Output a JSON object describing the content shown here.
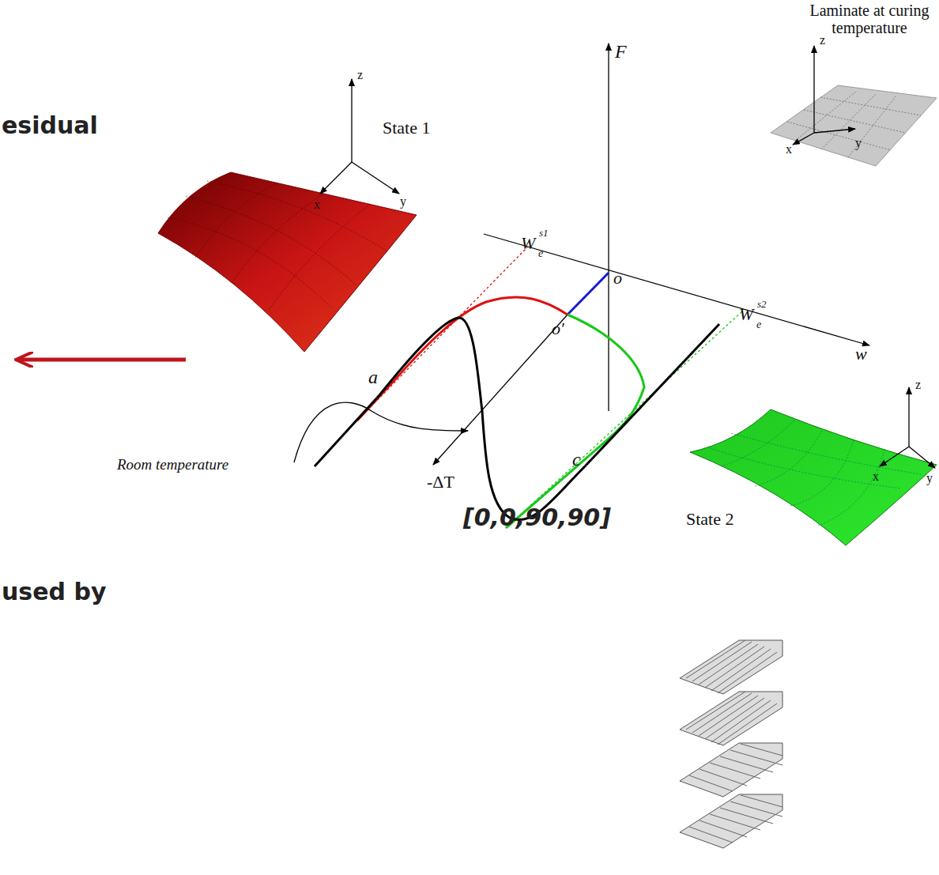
{
  "diagram": {
    "labels": [
      "esidual",
      "used by",
      "Laminate at curing temperature",
      "z",
      "x",
      "y",
      "State 1",
      "z",
      "x",
      "y",
      "F",
      "W",
      "e",
      "s1",
      "o",
      "o′",
      "w",
      "W",
      "e",
      "s2",
      "a",
      "Room temperature",
      "-ΔT",
      "c",
      "State 2",
      "z",
      "x",
      "y",
      "[0,0,90,90]"
    ]
  }
}
